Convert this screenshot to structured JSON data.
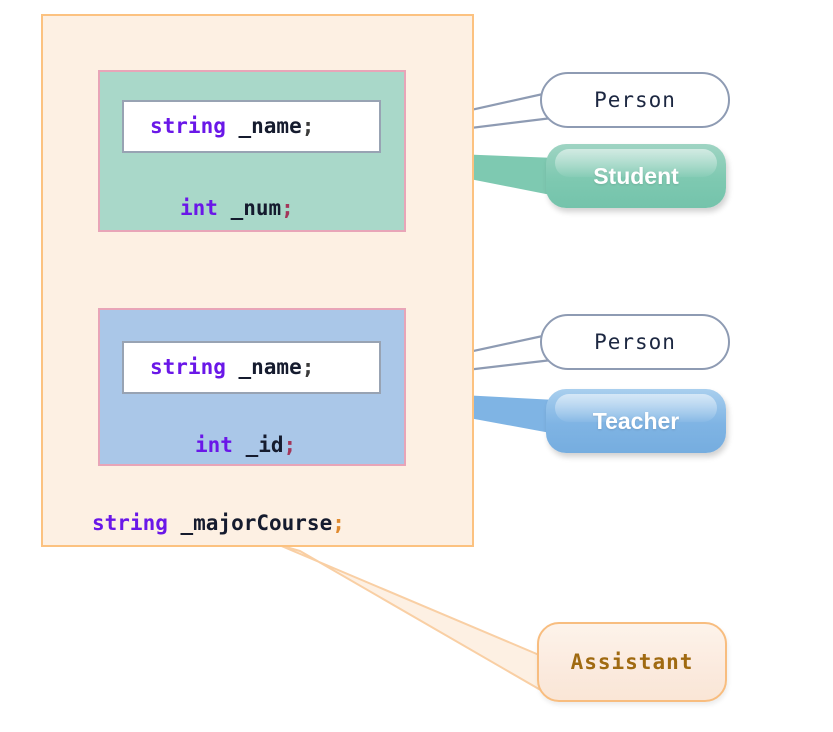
{
  "diagram": {
    "title": "Class member inheritance callout diagram",
    "outer_container": {
      "name": "assistant-scope",
      "fill": "#fdf0e3",
      "border": "#fcc280"
    },
    "blocks": [
      {
        "id": "student-block",
        "fill": "#a9d8c9",
        "border": "#e8a5b8",
        "inherited_member": {
          "keyword": "string",
          "identifier": " _name",
          "terminator": ";"
        },
        "own_member": {
          "keyword": "int",
          "identifier": " _num",
          "terminator": ";"
        }
      },
      {
        "id": "teacher-block",
        "fill": "#aac7e8",
        "border": "#e8a5b8",
        "inherited_member": {
          "keyword": "string",
          "identifier": " _name",
          "terminator": ";"
        },
        "own_member": {
          "keyword": "int",
          "identifier": " _id",
          "terminator": ";"
        }
      }
    ],
    "outer_member": {
      "keyword": "string",
      "identifier": " _majorCourse",
      "terminator": ";"
    },
    "bubbles": [
      {
        "id": "person-1",
        "label": "Person",
        "style": "outline",
        "fill": "#ffffff",
        "border": "#8e9bb3",
        "text_color": "#1c2741"
      },
      {
        "id": "student",
        "label": "Student",
        "style": "glossy",
        "fill": "#7ec9b1",
        "text_color": "#ffffff"
      },
      {
        "id": "person-2",
        "label": "Person",
        "style": "outline",
        "fill": "#ffffff",
        "border": "#8e9bb3",
        "text_color": "#1c2741"
      },
      {
        "id": "teacher",
        "label": "Teacher",
        "style": "glossy",
        "fill": "#7fb4e4",
        "text_color": "#ffffff"
      },
      {
        "id": "assistant",
        "label": "Assistant",
        "style": "soft",
        "fill": "#fbeade",
        "border": "#f8bd7f",
        "text_color": "#a06a11"
      }
    ],
    "connectors": [
      {
        "from": "name-box-student",
        "to": "person-1",
        "color": "#8e9bb3"
      },
      {
        "from": "student-block",
        "to": "student",
        "color": "#7ec9b1"
      },
      {
        "from": "name-box-teacher",
        "to": "person-2",
        "color": "#8e9bb3"
      },
      {
        "from": "teacher-block",
        "to": "teacher",
        "color": "#7fb4e4"
      },
      {
        "from": "outer-container",
        "to": "assistant",
        "color": "#fbdcbb"
      }
    ]
  }
}
